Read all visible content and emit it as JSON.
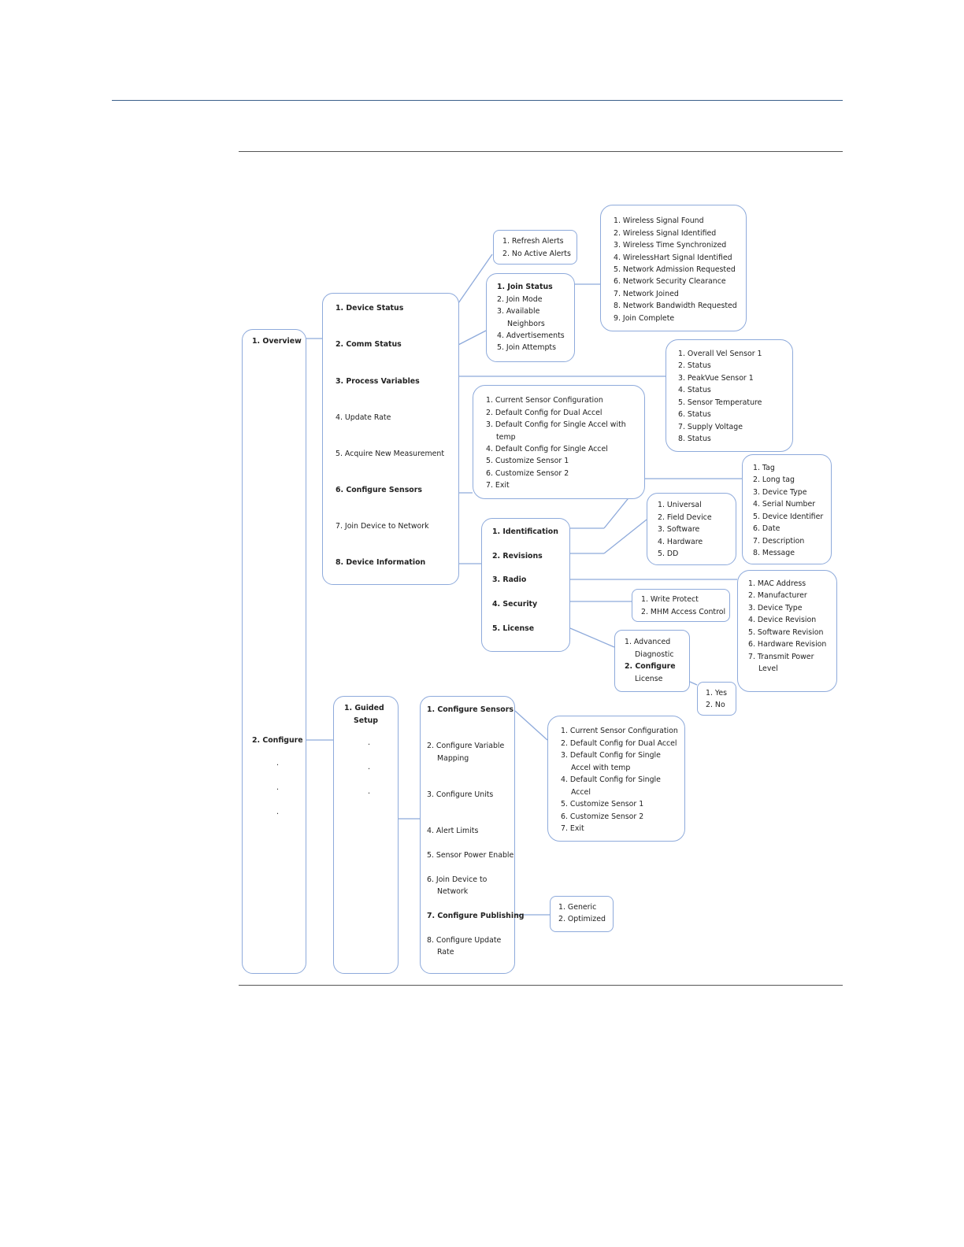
{
  "overview": "1. Overview",
  "configure": "2. Configure",
  "dot": "·",
  "overview_menu": [
    "1. Device Status",
    "2. Comm Status",
    "3. Process Variables",
    "4. Update Rate",
    "5. Acquire New Measurement",
    "6. Configure Sensors",
    "7. Join Device to Network",
    "8. Device Information"
  ],
  "alerts": [
    "1.  Refresh Alerts",
    "2.  No Active Alerts"
  ],
  "comm_status": [
    "1.  Join Status",
    "2.  Join Mode",
    "3.  Available",
    "Neighbors",
    "4.  Advertisements",
    "5.  Join Attempts"
  ],
  "join_status": [
    "1.  Wireless Signal Found",
    "2.  Wireless Signal Identified",
    "3.  Wireless Time Synchronized",
    "4.  WirelessHart Signal Identified",
    "5.  Network Admission Requested",
    "6.  Network Security Clearance",
    "7.  Network Joined",
    "8.  Network Bandwidth Requested",
    "9.  Join Complete"
  ],
  "process_vars": [
    "1.  Overall Vel Sensor 1",
    "2.  Status",
    "3.  PeakVue Sensor 1",
    "4.  Status",
    "5.  Sensor Temperature",
    "6.  Status",
    "7.  Supply Voltage",
    "8.  Status"
  ],
  "configure_sensors_1": [
    "1.  Current Sensor Configuration",
    "2.  Default Config for Dual Accel",
    "3.  Default Config for Single Accel with",
    "temp",
    "4.  Default Config for Single Accel",
    "5.  Customize Sensor 1",
    "6.  Customize Sensor 2",
    "7.  Exit"
  ],
  "device_info": [
    "1. Identification",
    "2. Revisions",
    "3. Radio",
    "4. Security",
    "5. License"
  ],
  "identification": [
    "1.  Tag",
    "2.  Long tag",
    "3.  Device Type",
    "4.  Serial Number",
    "5.  Device Identifier",
    "6.  Date",
    "7.  Description",
    "8.  Message"
  ],
  "revisions": [
    "1.  Universal",
    "2.  Field Device",
    "3.  Software",
    "4.  Hardware",
    "5.  DD"
  ],
  "radio": [
    "1.  MAC Address",
    "2.  Manufacturer",
    "3.  Device Type",
    "4.  Device Revision",
    "5.  Software Revision",
    "6.  Hardware Revision",
    "7.  Transmit Power",
    "Level"
  ],
  "security": [
    "1.  Write Protect",
    "2.  MHM Access Control"
  ],
  "license": [
    "1.  Advanced",
    "Diagnostic",
    "2.  Configure",
    "License"
  ],
  "yes_no": [
    "1.  Yes",
    "2.  No"
  ],
  "guided_setup": [
    "1.  Guided",
    "Setup"
  ],
  "guided_menu": [
    "1.  Configure Sensors",
    "2.  Configure Variable",
    "Mapping",
    "3.  Configure Units",
    "4.  Alert Limits",
    "5.  Sensor Power Enable",
    "6.  Join Device to",
    "Network",
    "7.  Configure Publishing",
    "8.  Configure Update",
    "Rate"
  ],
  "configure_sensors_2": [
    "1.  Current Sensor Configuration",
    "2.  Default Config for Dual Accel",
    "3.  Default Config for Single",
    "Accel with temp",
    "4.  Default Config for Single",
    "Accel",
    "5.  Customize Sensor 1",
    "6.  Customize Sensor 2",
    "7.  Exit"
  ],
  "publishing": [
    "1.  Generic",
    "2.  Optimized"
  ]
}
